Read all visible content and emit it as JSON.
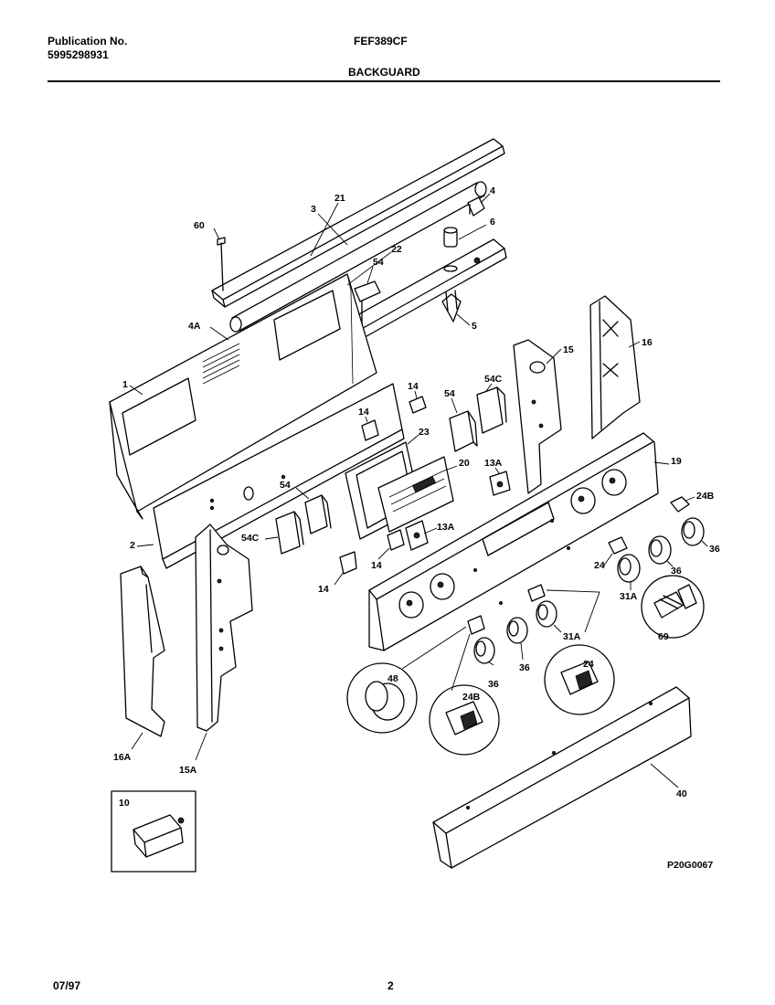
{
  "header": {
    "publication_label": "Publication No.",
    "publication_number": "5995298931",
    "model": "FEF389CF",
    "section": "BACKGUARD"
  },
  "footer": {
    "date": "07/97",
    "page": "2"
  },
  "figure": {
    "drawing_id": "P20G0067",
    "callouts": {
      "c21": "21",
      "c3": "3",
      "c4": "4",
      "c60": "60",
      "c6": "6",
      "c22": "22",
      "c54_top": "54",
      "c5": "5",
      "c4A": "4A",
      "c1": "1",
      "c15": "15",
      "c16": "16",
      "c14_a": "14",
      "c54C_a": "54C",
      "c54_b": "54",
      "c14_b": "14",
      "c23": "23",
      "c20": "20",
      "c13A_a": "13A",
      "c19": "19",
      "c24B_a": "24B",
      "c54_c": "54",
      "c13A_b": "13A",
      "c54C_b": "54C",
      "c2": "2",
      "c14_c": "14",
      "c14_d": "14",
      "c36_a": "36",
      "c36_b": "36",
      "c24_a": "24",
      "c31A_a": "31A",
      "c69": "69",
      "c31A_b": "31A",
      "c48": "48",
      "c24_b": "24",
      "c24B_b": "24B",
      "c36_c": "36",
      "c36_d": "36",
      "c16A": "16A",
      "c15A": "15A",
      "c40": "40",
      "c10": "10"
    }
  }
}
